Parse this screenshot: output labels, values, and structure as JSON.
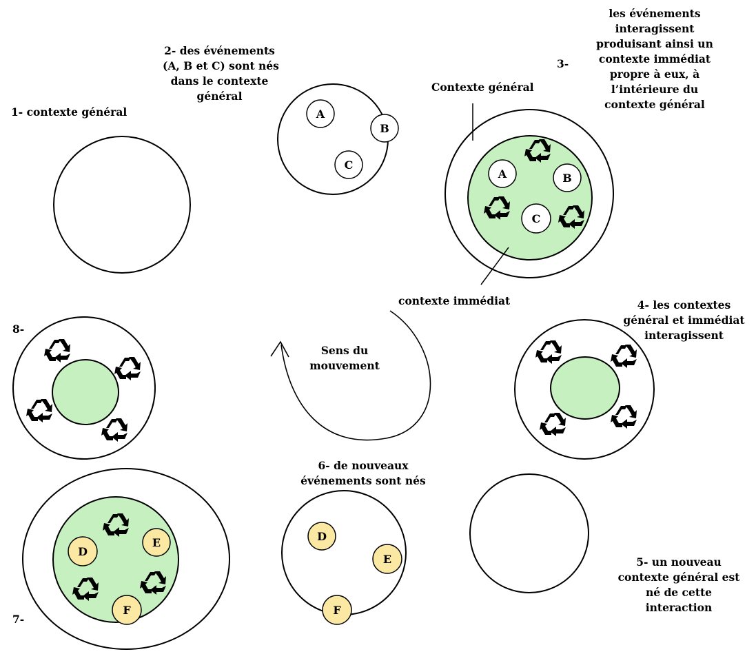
{
  "colors": {
    "immediate_context": "#c6f0c0",
    "new_event": "#fbe9a3",
    "outline": "#000000",
    "background": "#ffffff"
  },
  "icons": {
    "interaction": "recycle-icon"
  },
  "steps": {
    "s1": {
      "lines": [
        "1- contexte général"
      ]
    },
    "s2": {
      "lines": [
        "2- des événements",
        "(A, B et C) sont nés",
        "dans le contexte",
        "général"
      ],
      "events": [
        "A",
        "B",
        "C"
      ]
    },
    "s3": {
      "number": "3-",
      "lines": [
        "les événements",
        "interagissent",
        "produisant ainsi un",
        "contexte immédiat",
        "propre à eux, à",
        "l’intérieure du",
        "contexte général"
      ],
      "events": [
        "A",
        "B",
        "C"
      ]
    },
    "s4": {
      "lines": [
        "4- les contextes",
        "général et immédiat",
        "interagissent"
      ]
    },
    "s5": {
      "lines": [
        "5- un nouveau",
        "contexte général est",
        "né de cette",
        "interaction"
      ]
    },
    "s6": {
      "lines": [
        "6- de nouveaux",
        "événements sont nés"
      ],
      "events": [
        "D",
        "E",
        "F"
      ]
    },
    "s7": {
      "number": "7-",
      "events": [
        "D",
        "E",
        "F"
      ]
    },
    "s8": {
      "number": "8-"
    }
  },
  "callouts": {
    "general_context": "Contexte général",
    "immediate_context": "contexte immédiat"
  },
  "movement": {
    "lines": [
      "Sens du",
      "mouvement"
    ]
  }
}
